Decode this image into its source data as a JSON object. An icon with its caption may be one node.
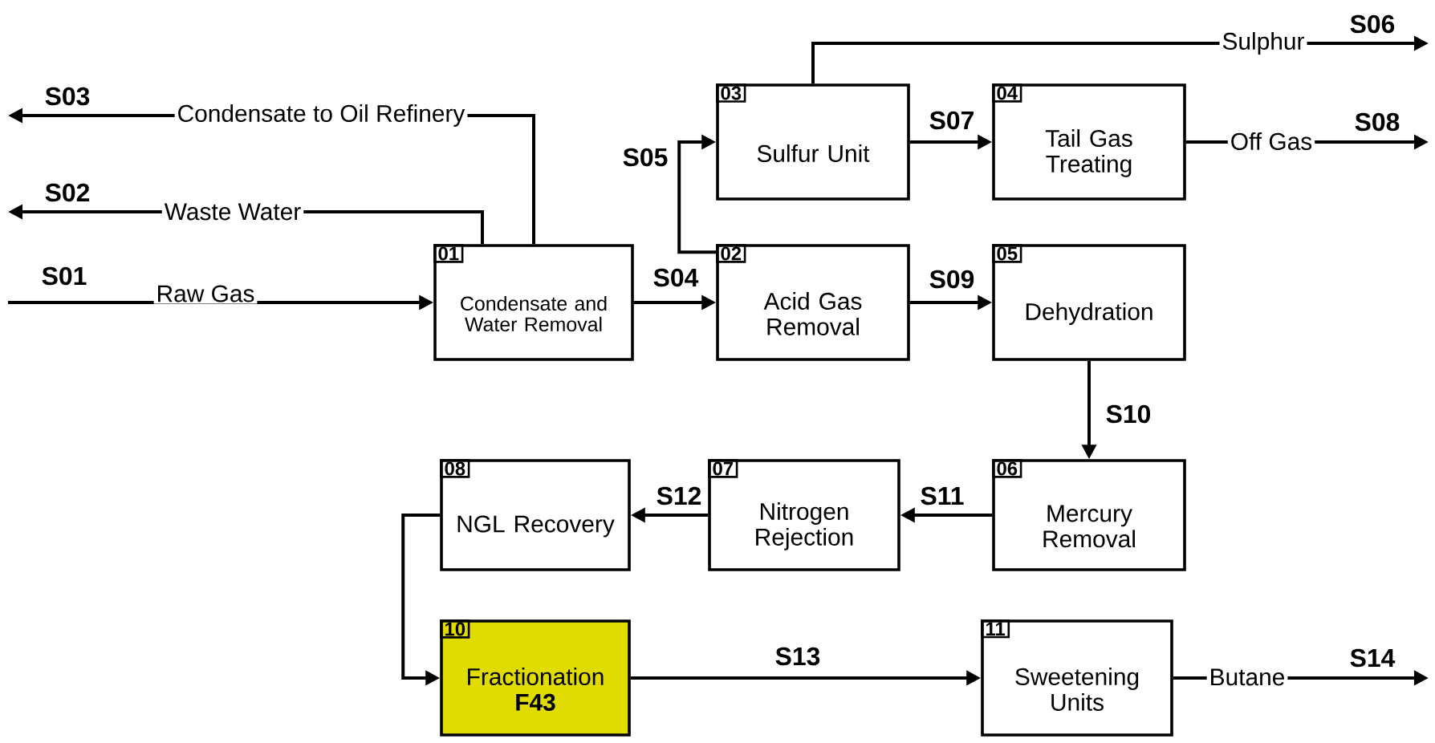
{
  "diagram": {
    "nodes": [
      {
        "text": [
          "01",
          "Condensate and Water Removal"
        ]
      },
      {
        "text": [
          "02",
          "Acid Gas Removal"
        ]
      },
      {
        "text": [
          "03",
          "Sulfur Unit"
        ]
      },
      {
        "text": [
          "04",
          "Tail Gas Treating"
        ]
      },
      {
        "text": [
          "05",
          "Dehydration"
        ]
      },
      {
        "text": [
          "06",
          "Mercury Removal"
        ]
      },
      {
        "text": [
          "07",
          "Nitrogen Rejection"
        ]
      },
      {
        "text": [
          "08",
          "NGL Recovery"
        ]
      },
      {
        "text": [
          "10",
          "Fractionation",
          "F43"
        ]
      },
      {
        "text": [
          "11",
          "Sweetening Units"
        ]
      }
    ],
    "edges": [
      {
        "from": null,
        "to": 0,
        "arrow": "to",
        "label": "S01"
      },
      {
        "from": 0,
        "to": null,
        "arrow": "to",
        "label": "S02"
      },
      {
        "from": 0,
        "to": null,
        "arrow": "to",
        "label": "S03"
      },
      {
        "from": 0,
        "to": 1,
        "arrow": "to",
        "label": "S04"
      },
      {
        "from": 1,
        "to": 2,
        "arrow": "to",
        "label": "S05"
      },
      {
        "from": 2,
        "to": null,
        "arrow": "to",
        "label": "S06"
      },
      {
        "from": 2,
        "to": 3,
        "arrow": "to",
        "label": "S07"
      },
      {
        "from": 3,
        "to": null,
        "arrow": "to",
        "label": "S08"
      },
      {
        "from": 1,
        "to": 4,
        "arrow": "to",
        "label": "S09"
      },
      {
        "from": 4,
        "to": 5,
        "arrow": "to",
        "label": "S10"
      },
      {
        "from": 5,
        "to": 6,
        "arrow": "to",
        "label": "S11"
      },
      {
        "from": 6,
        "to": 7,
        "arrow": "to",
        "label": "S12"
      },
      {
        "from": 7,
        "to": 8,
        "arrow": "to"
      },
      {
        "from": 8,
        "to": 9,
        "arrow": "to",
        "label": "S13"
      },
      {
        "from": 9,
        "to": null,
        "arrow": "to",
        "label": "S14"
      }
    ],
    "labels": [
      "Sulphur",
      "Condensate to Oil Refinery",
      "Off Gas",
      "Waste Water",
      "Raw Gas",
      "Butane"
    ]
  }
}
